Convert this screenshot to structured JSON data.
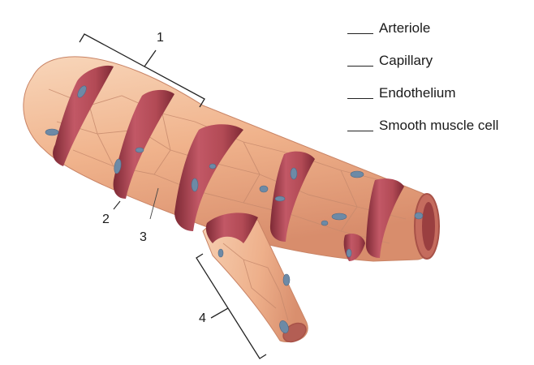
{
  "key_terms": [
    {
      "label": "Arteriole"
    },
    {
      "label": "Capillary"
    },
    {
      "label": "Endothelium"
    },
    {
      "label": "Smooth muscle cell"
    }
  ],
  "callouts": [
    {
      "number": "1"
    },
    {
      "number": "2"
    },
    {
      "number": "3"
    },
    {
      "number": "4"
    }
  ],
  "colors": {
    "vessel_wall": "#f1b389",
    "vessel_highlight": "#f7cfae",
    "muscle_band": "#b24a55",
    "muscle_dark": "#7e2a35",
    "nucleus": "#6d8aa6",
    "lumen": "#9a3f40"
  }
}
